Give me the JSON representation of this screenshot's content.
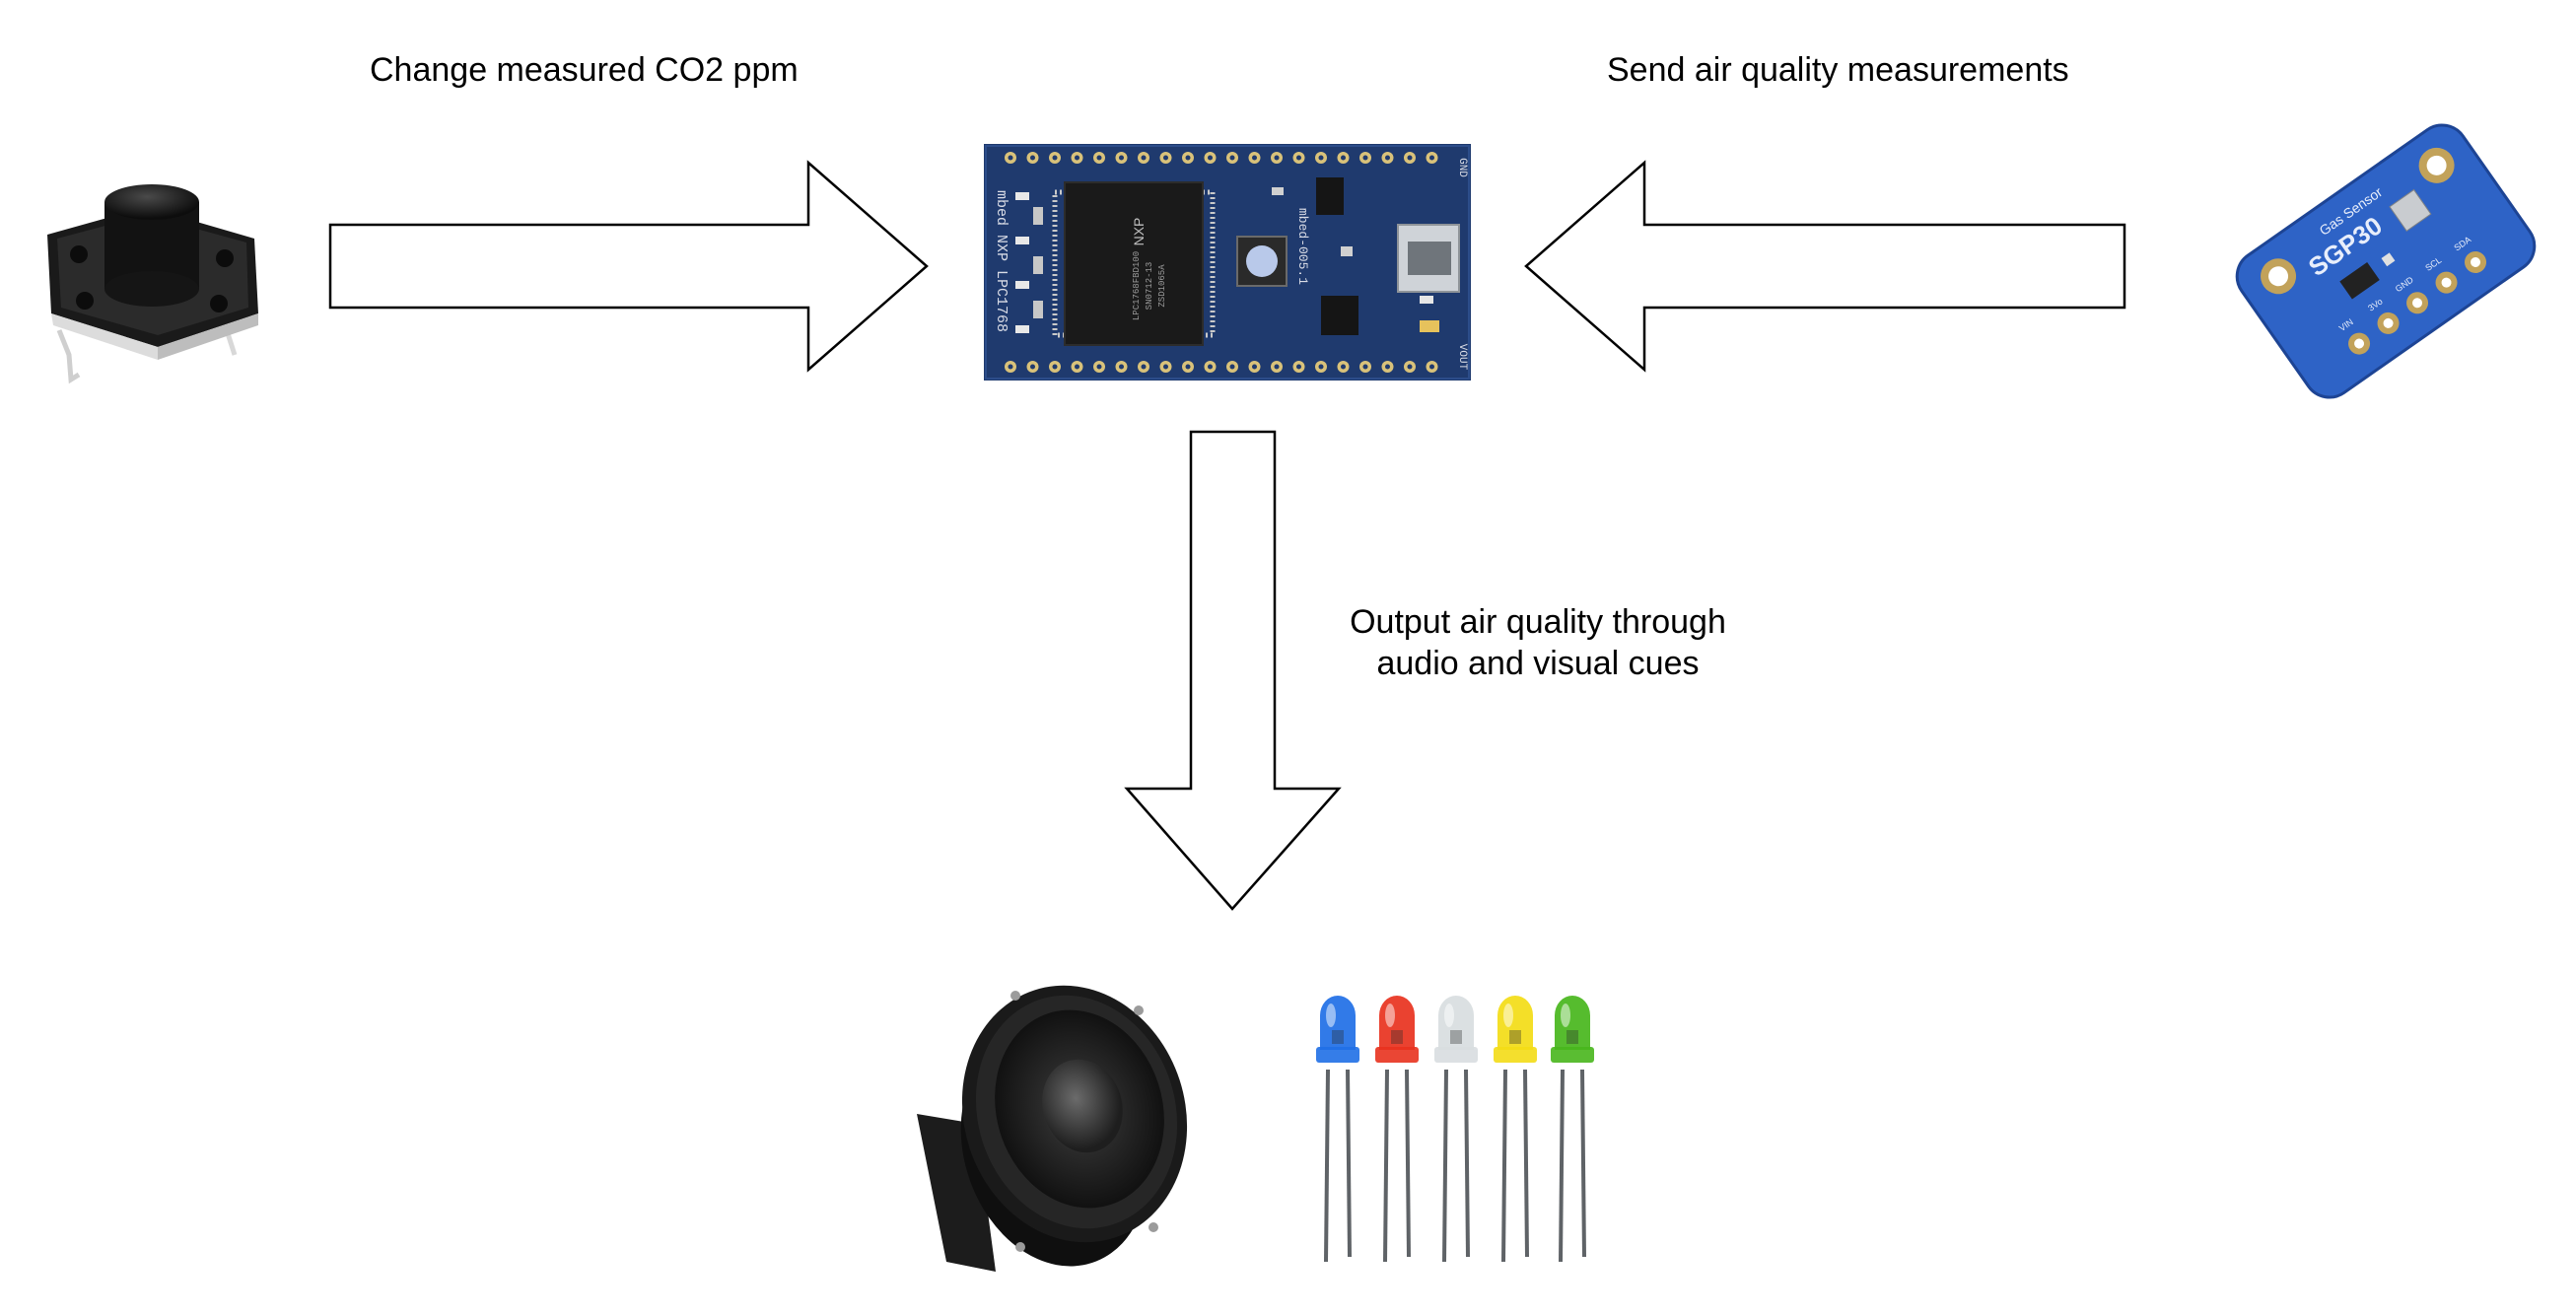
{
  "labels": {
    "button_to_mcu": "Change measured CO2 ppm",
    "sensor_to_mcu": "Send air quality measurements",
    "mcu_to_output_line1": "Output air quality through",
    "mcu_to_output_line2": "audio and visual cues"
  },
  "board": {
    "silk_left": "mbed NXP LPC1768",
    "chip_brand": "NXP",
    "chip_line1": "LPC1768FBD100",
    "chip_line2": "SN0712-13",
    "chip_line3": "ZSD1065A",
    "side_text": "mbed-005.1",
    "pin_gnd": "GND",
    "pin_vout": "VOUT"
  },
  "sensor_board": {
    "title": "Gas Sensor",
    "model": "SGP30",
    "pins": [
      "VIN",
      "3Vo",
      "GND",
      "SCL",
      "SDA"
    ]
  },
  "colors": {
    "board_blue": "#1f3a6e",
    "sensor_blue": "#2e63c6",
    "led_blue": "#1f6fe6",
    "led_red": "#e8321e",
    "led_white": "#d8dde0",
    "led_yellow": "#f3dc16",
    "led_green": "#48b61c"
  },
  "icons": [
    "push-button-icon",
    "mbed-board-icon",
    "sgp30-sensor-icon",
    "speaker-icon",
    "led-icon"
  ]
}
